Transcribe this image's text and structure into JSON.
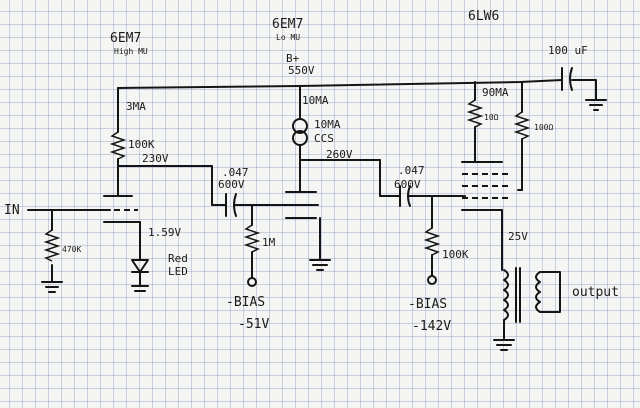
{
  "tubes": {
    "tube1": {
      "name": "6EM7",
      "sub": "High MU"
    },
    "tube2": {
      "name": "6EM7",
      "sub": "Lo MU"
    },
    "tube3": {
      "name": "6LW6"
    }
  },
  "supply": {
    "bplus": "B+",
    "voltage": "550V",
    "cap": "100 uF"
  },
  "stage1": {
    "current": "3MA",
    "plate_resistor": "100K",
    "plate_voltage": "230V",
    "grid_resistor": "470K",
    "cathode_voltage": "1.59V",
    "led_line1": "Red",
    "led_line2": "LED"
  },
  "coupling1": {
    "value": ".047",
    "rating": "600V",
    "bias_resistor": "1M",
    "bias_label": "-BIAS",
    "bias_voltage": "-51V"
  },
  "stage2": {
    "current": "10MA",
    "ccs_line1": "10MA",
    "ccs_line2": "CCS",
    "plate_voltage": "260V"
  },
  "coupling2": {
    "value": ".047",
    "rating": "600V",
    "bias_resistor": "100K",
    "bias_label": "-BIAS",
    "bias_voltage": "-142V"
  },
  "output_stage": {
    "current": "90MA",
    "screen_resistor": "10Ω",
    "screen_resistor2": "100Ω",
    "cathode_voltage": "25V",
    "output_label": "output"
  },
  "input_label": "IN"
}
